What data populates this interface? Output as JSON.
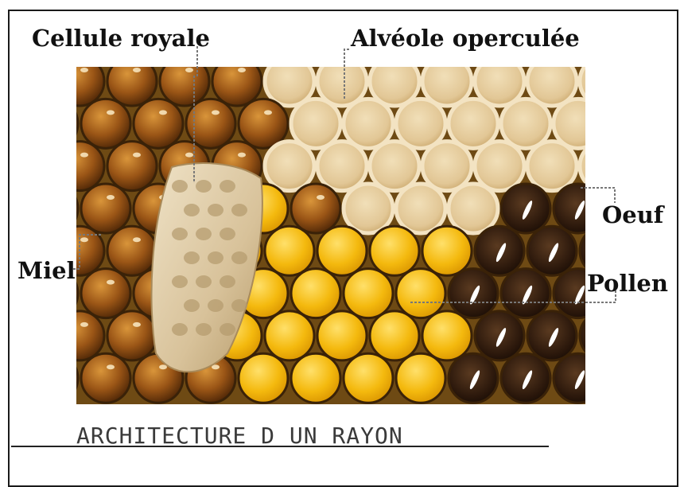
{
  "labels": {
    "cellule_royale": "Cellule royale",
    "alveole_operculee": "Alvéole operculée",
    "oeuf": "Oeuf",
    "miel": "Miel",
    "pollen": "Pollen"
  },
  "caption": "ARCHITECTURE D UN RAYON",
  "colors": {
    "frame_wax": "#7a5418",
    "honey_dark": "#5a2e08",
    "honey_light": "#c8832a",
    "capped": "#e6cfa2",
    "capped_rim": "#f3e3c2",
    "pollen": "#f2b70c",
    "pollen_light": "#ffd84a",
    "egg_cell": "#2a1a10",
    "royal_cell": "#d9c6a2"
  },
  "regions": {
    "honey": "Miel",
    "capped": "Alvéole operculée",
    "pollen": "Pollen",
    "egg": "Oeuf",
    "royal": "Cellule royale"
  }
}
